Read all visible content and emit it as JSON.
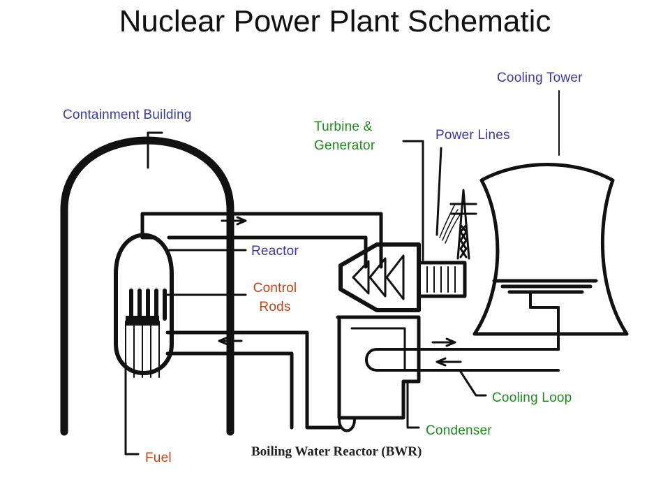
{
  "title": "Nuclear Power Plant Schematic",
  "labels": {
    "cooling_tower": "Cooling Tower",
    "containment_building": "Containment Building",
    "turbine_line1": "Turbine &",
    "turbine_line2": "Generator",
    "power_lines": "Power Lines",
    "reactor": "Reactor",
    "control_rods_line1": "Control",
    "control_rods_line2": "Rods",
    "cooling_loop": "Cooling Loop",
    "condenser": "Condenser",
    "fuel": "Fuel"
  },
  "caption": "Boiling Water Reactor (BWR)",
  "colors": {
    "label_blue": "#3a3aa0",
    "label_green": "#1f8a1f",
    "label_red": "#c4421a",
    "line": "#111111"
  }
}
